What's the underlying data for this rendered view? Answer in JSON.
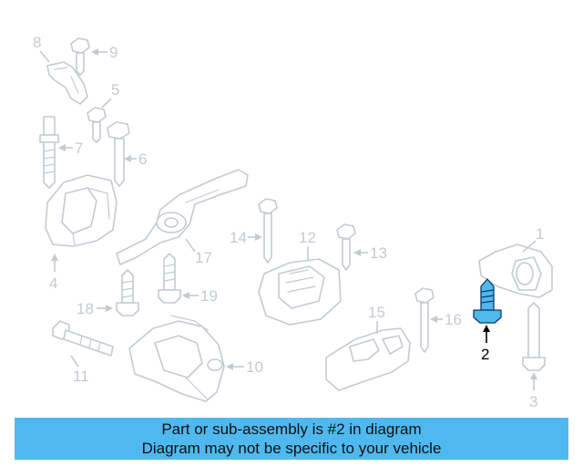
{
  "diagram": {
    "callouts": [
      "1",
      "2",
      "3",
      "4",
      "5",
      "6",
      "7",
      "8",
      "9",
      "10",
      "11",
      "12",
      "13",
      "14",
      "15",
      "16",
      "17",
      "18",
      "19"
    ],
    "highlighted_part": "2",
    "colors": {
      "highlight_fill": "#4fb8ec",
      "highlight_outline": "#0a3a6a",
      "line_art": "#c4cad2",
      "caption_bar": "#4fb9ef"
    }
  },
  "caption": {
    "line1": "Part or sub-assembly is #2 in diagram",
    "line2": "Diagram may not be specific to your vehicle"
  }
}
